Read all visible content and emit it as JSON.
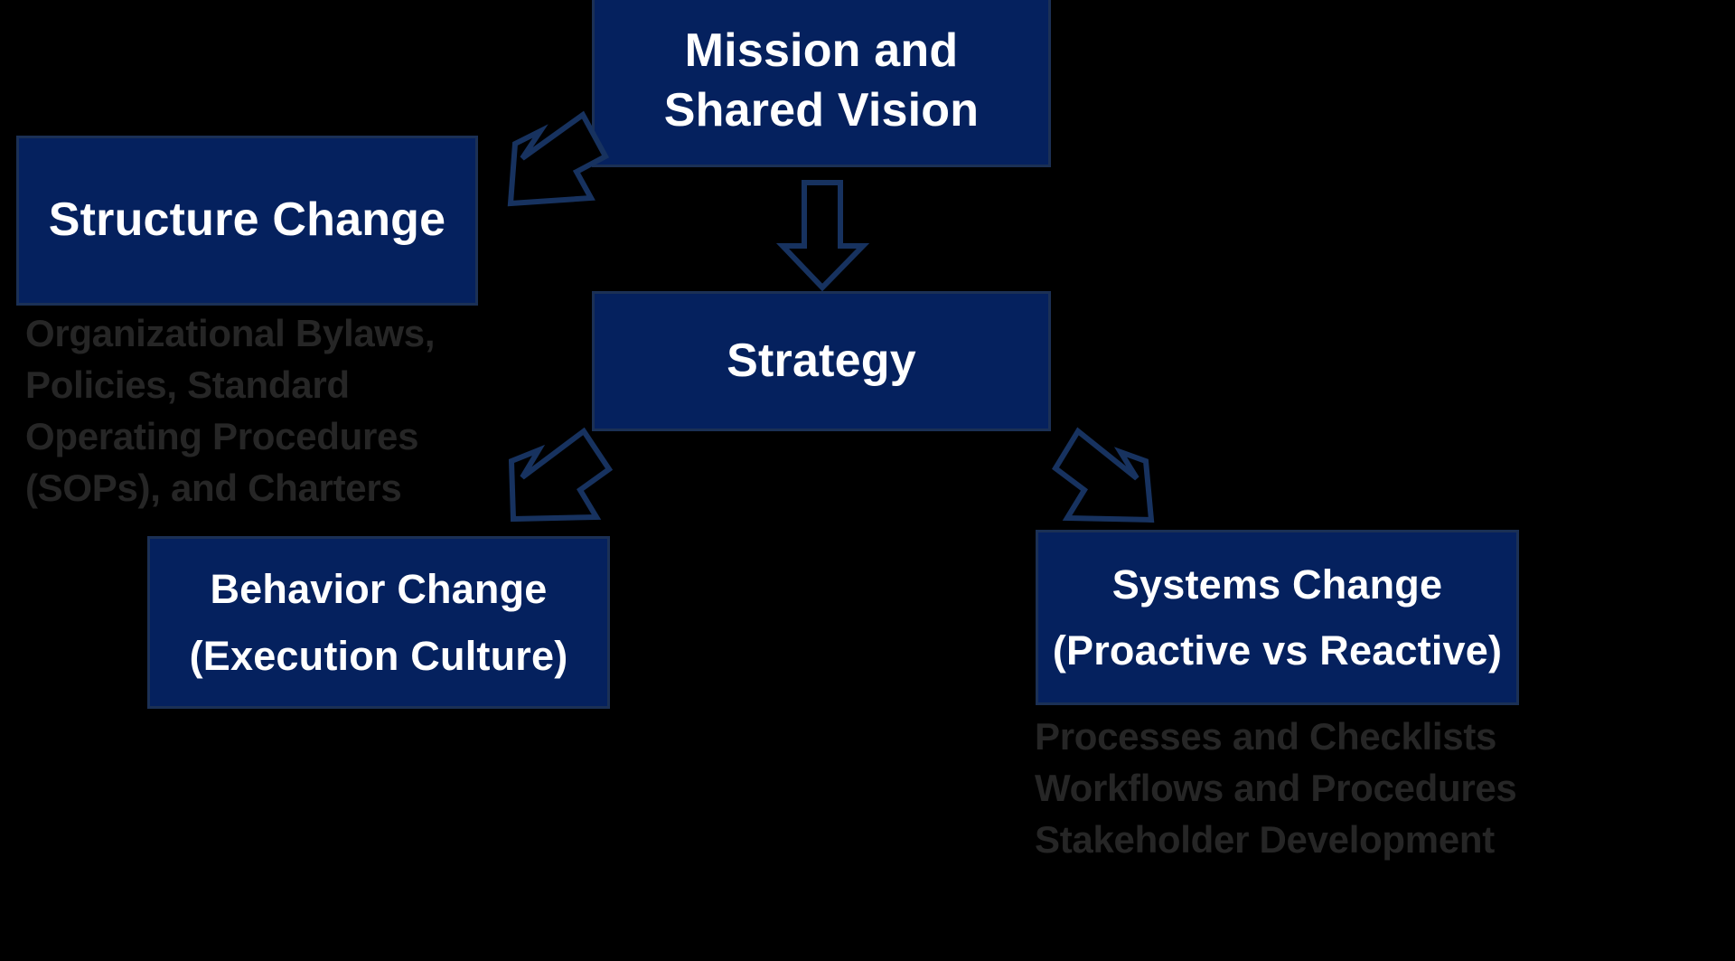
{
  "diagram": {
    "title": "Organizational Change Framework",
    "background_color": "#000000",
    "box_fill_color": "#05215E",
    "box_border_color": "#1B3055",
    "box_text_color": "#FFFFFF",
    "caption_text_color": "#262626",
    "arrow_stroke_color": "#17325F"
  },
  "nodes": {
    "mission": {
      "line1": "Mission and",
      "line2": "Shared Vision"
    },
    "structure": {
      "line1": "Structure Change"
    },
    "strategy": {
      "line1": "Strategy"
    },
    "behavior": {
      "line1": "Behavior Change",
      "line2": "(Execution Culture)"
    },
    "systems": {
      "line1": "Systems Change",
      "line2": "(Proactive vs Reactive)"
    }
  },
  "captions": {
    "structure_detail": "Organizational Bylaws,\nPolicies, Standard\nOperating Procedures\n(SOPs), and Charters",
    "systems_detail": "Processes and Checklists\nWorkflows and Procedures\nStakeholder Development"
  },
  "arrows": [
    {
      "name": "mission-to-structure",
      "from": "mission",
      "to": "structure",
      "direction": "down-left",
      "style": "hollow-block-arrow"
    },
    {
      "name": "mission-to-strategy",
      "from": "mission",
      "to": "strategy",
      "direction": "down",
      "style": "hollow-block-arrow"
    },
    {
      "name": "strategy-to-behavior",
      "from": "strategy",
      "to": "behavior",
      "direction": "down-left",
      "style": "hollow-block-arrow"
    },
    {
      "name": "strategy-to-systems",
      "from": "strategy",
      "to": "systems",
      "direction": "down-right",
      "style": "hollow-block-arrow"
    }
  ]
}
